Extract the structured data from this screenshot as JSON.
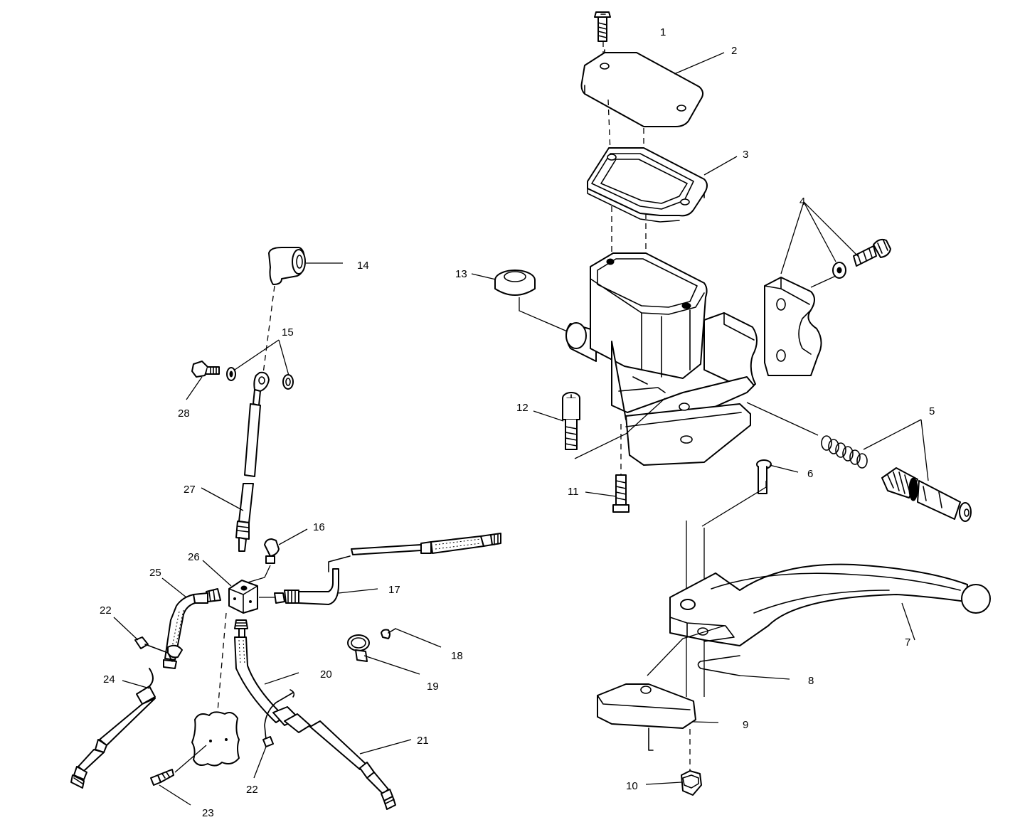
{
  "diagram": {
    "type": "exploded-parts-view",
    "callouts": [
      {
        "id": "c1",
        "label": "1"
      },
      {
        "id": "c2",
        "label": "2"
      },
      {
        "id": "c3",
        "label": "3"
      },
      {
        "id": "c4",
        "label": "4"
      },
      {
        "id": "c5",
        "label": "5"
      },
      {
        "id": "c6",
        "label": "6"
      },
      {
        "id": "c7",
        "label": "7"
      },
      {
        "id": "c8",
        "label": "8"
      },
      {
        "id": "c9",
        "label": "9"
      },
      {
        "id": "c10",
        "label": "10"
      },
      {
        "id": "c11",
        "label": "11"
      },
      {
        "id": "c12",
        "label": "12"
      },
      {
        "id": "c13",
        "label": "13"
      },
      {
        "id": "c14",
        "label": "14"
      },
      {
        "id": "c15",
        "label": "15"
      },
      {
        "id": "c16",
        "label": "16"
      },
      {
        "id": "c17",
        "label": "17"
      },
      {
        "id": "c18",
        "label": "18"
      },
      {
        "id": "c19",
        "label": "19"
      },
      {
        "id": "c20",
        "label": "20"
      },
      {
        "id": "c21",
        "label": "21"
      },
      {
        "id": "c22a",
        "label": "22"
      },
      {
        "id": "c22b",
        "label": "22"
      },
      {
        "id": "c23",
        "label": "23"
      },
      {
        "id": "c24",
        "label": "24"
      },
      {
        "id": "c25",
        "label": "25"
      },
      {
        "id": "c26",
        "label": "26"
      },
      {
        "id": "c27",
        "label": "27"
      },
      {
        "id": "c28",
        "label": "28"
      }
    ]
  }
}
